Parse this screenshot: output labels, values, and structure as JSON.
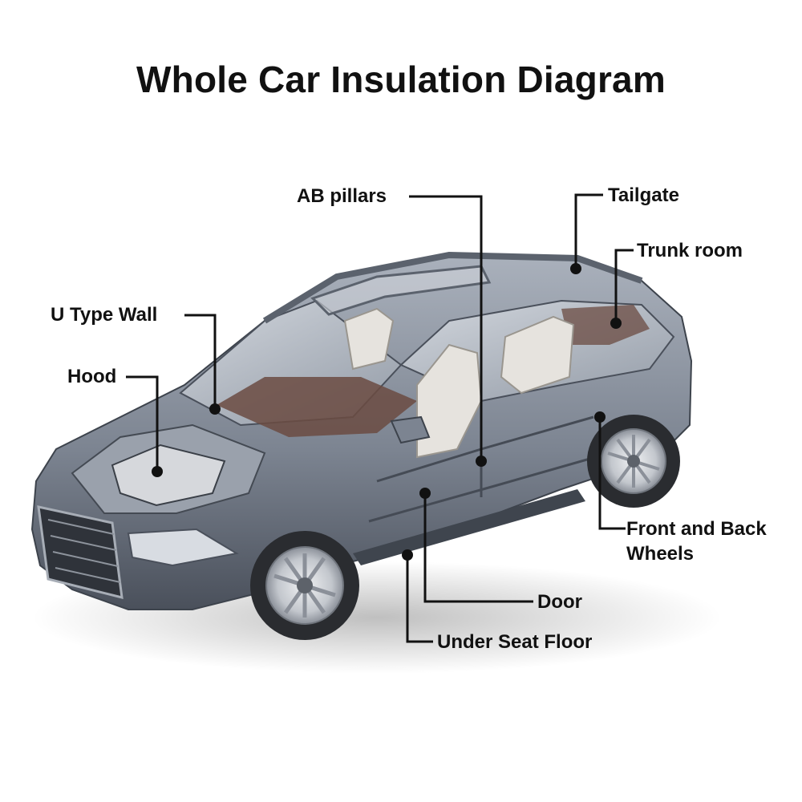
{
  "title": "Whole Car Insulation Diagram",
  "colors": {
    "leader_line": "#111111",
    "car_body": "#8e96a3",
    "car_body_dark": "#4e5561",
    "interior": "#6b4b42",
    "seat": "#e6e3de",
    "tyre": "#2a2c30",
    "rim": "#c9ccd1"
  },
  "labels": {
    "ab_pillars": "AB pillars",
    "tailgate": "Tailgate",
    "trunk_room": "Trunk room",
    "u_type_wall": "U Type Wall",
    "hood": "Hood",
    "front_back_wheels_line1": "Front and Back",
    "front_back_wheels_line2": "Wheels",
    "door": "Door",
    "under_seat_floor": "Under Seat Floor"
  }
}
